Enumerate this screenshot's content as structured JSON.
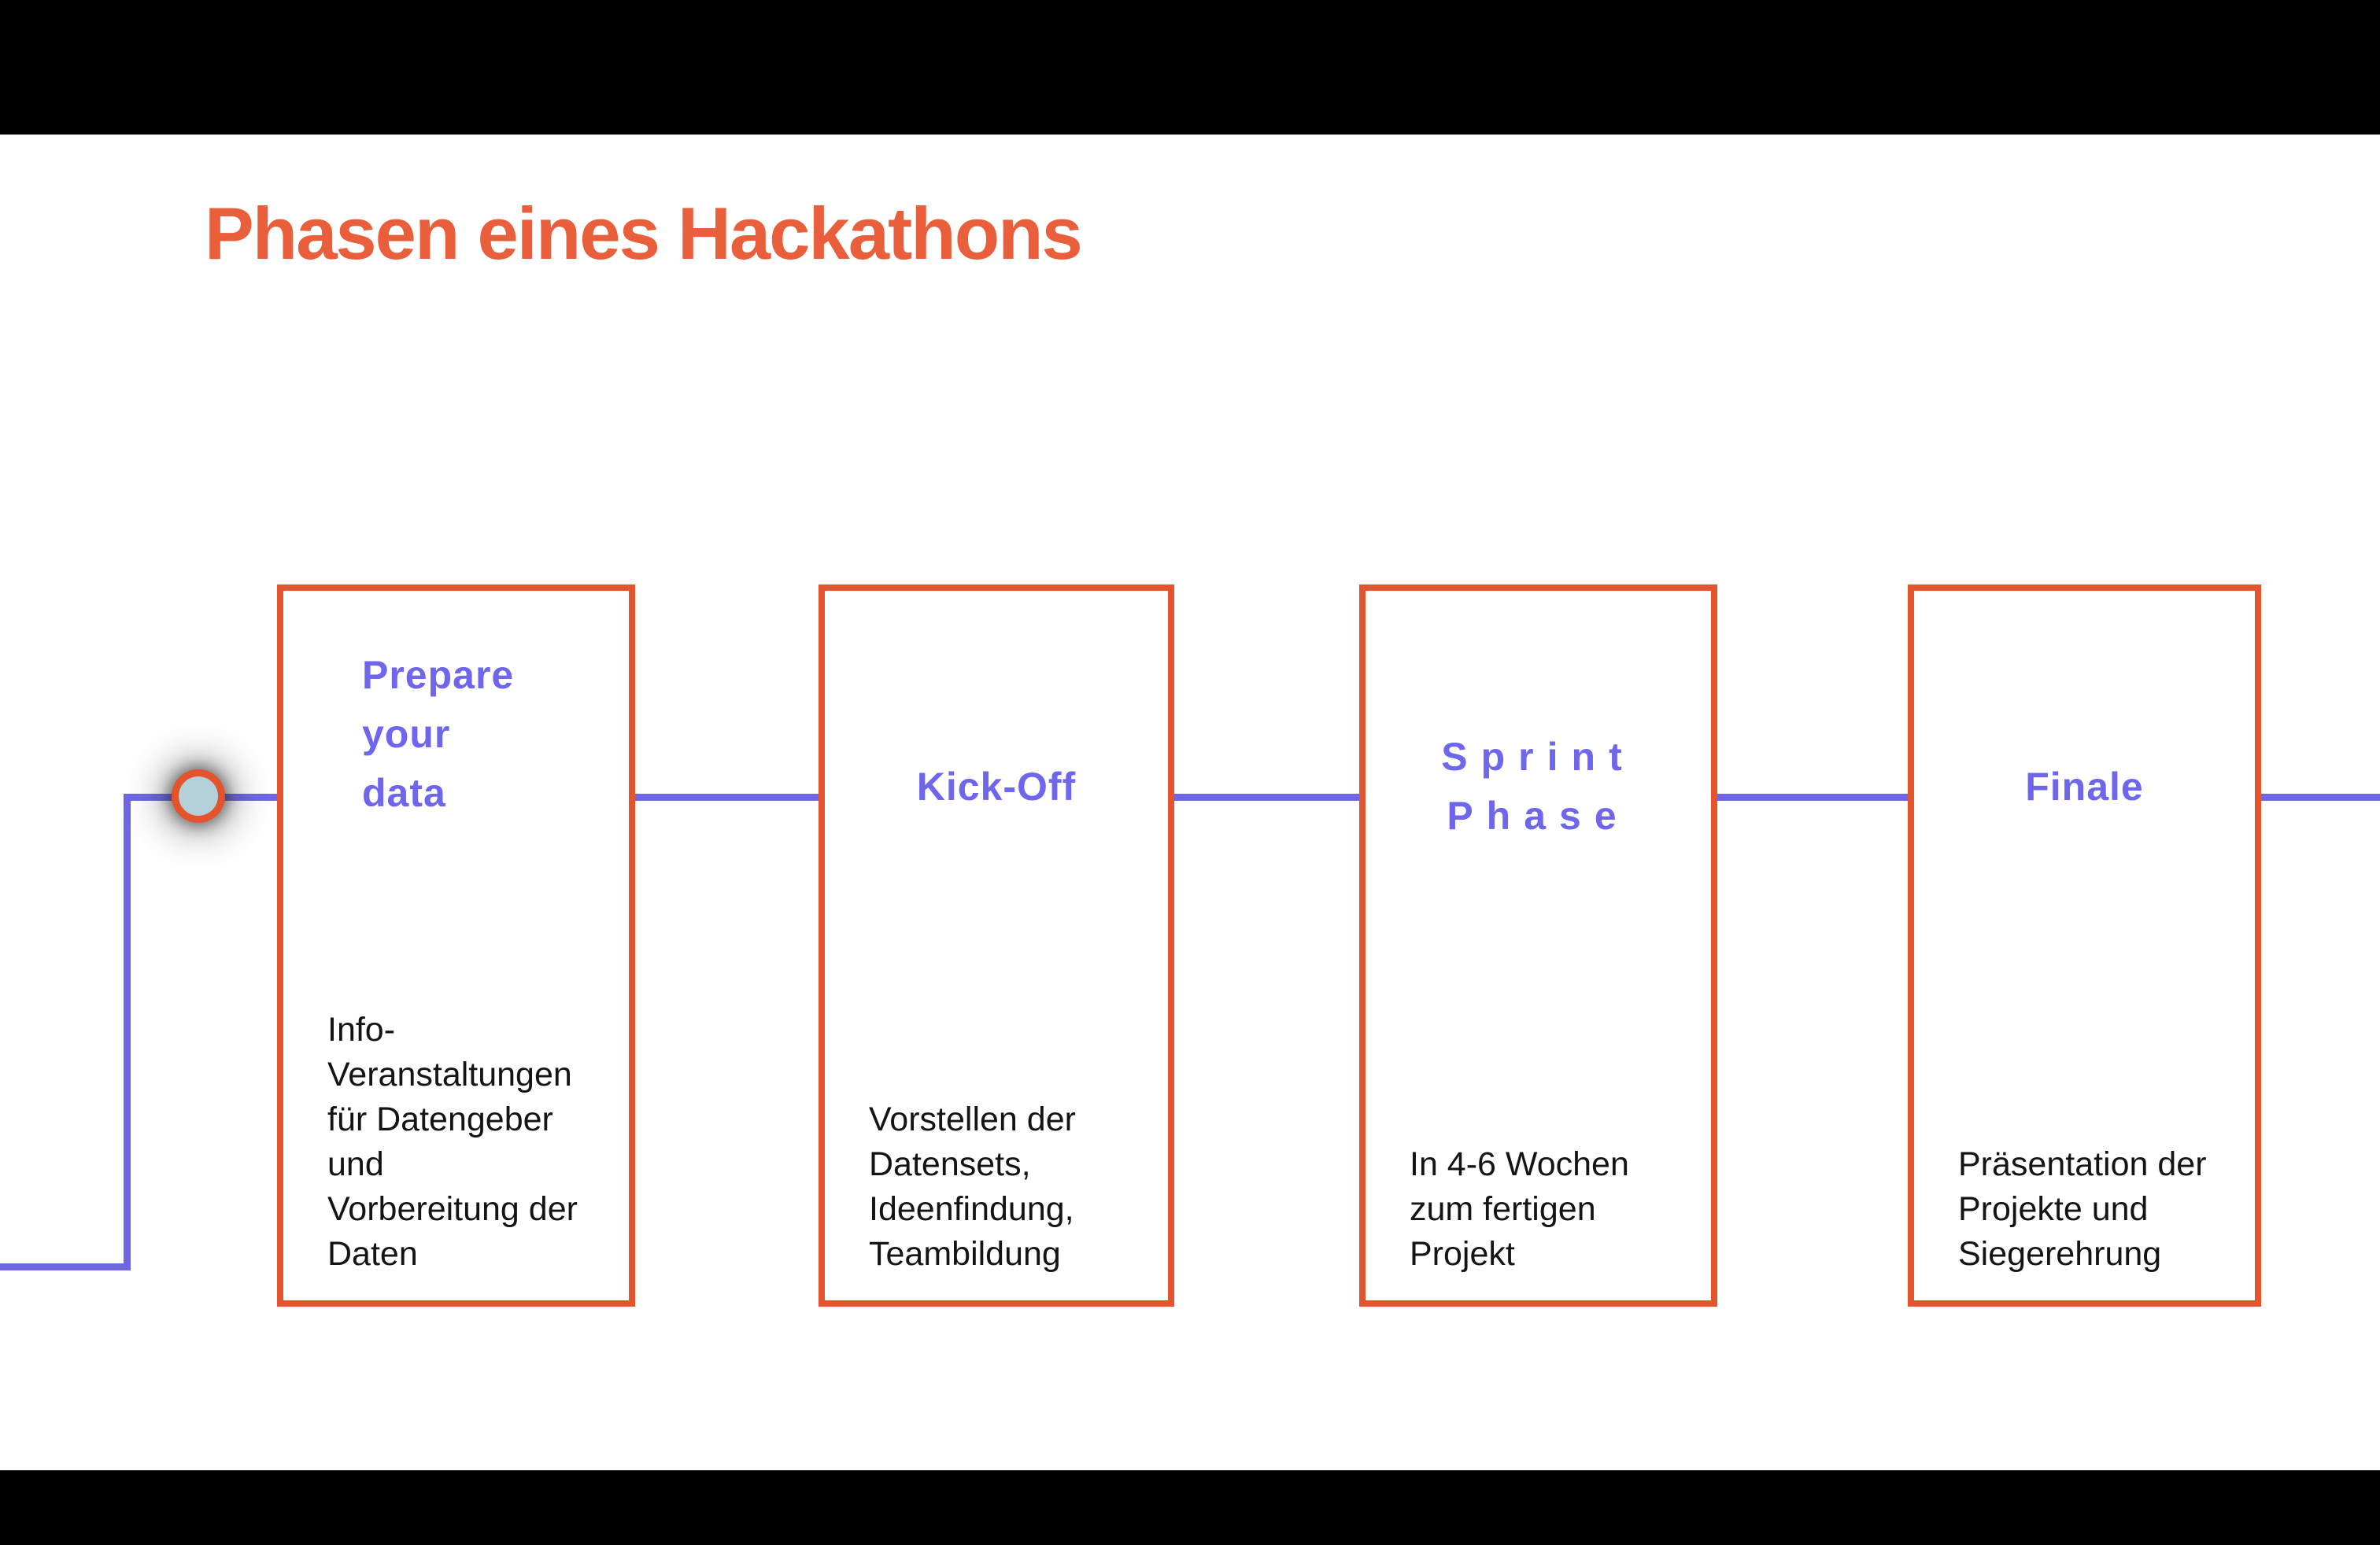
{
  "slide": {
    "title": "Phasen eines Hackathons",
    "phases": [
      {
        "title": "Prepare\nyour\ndata",
        "description": "Info-\nVeranstaltungen\nfür Datengeber\nund\nVorbereitung der\nDaten"
      },
      {
        "title": "Kick-Off",
        "description": "Vorstellen der\nDatensets,\nIdeenfindung,\nTeambildung"
      },
      {
        "title": "Sprint\nPhase",
        "description": "In 4-6 Wochen\nzum fertigen\nProjekt"
      },
      {
        "title": "Finale",
        "description": "Präsentation der\nProjekte und\nSiegerehrung"
      }
    ],
    "colors": {
      "title_orange": "#E95F3C",
      "card_border_orange": "#E4552E",
      "connector_purple": "#6F66E6",
      "heading_purple": "#6E66EC",
      "node_fill_blue": "#B3D0DB",
      "node_ring_orange": "#E4532B",
      "body_text": "#141414",
      "letterbox_black": "#000000",
      "slide_white": "#FFFFFF"
    }
  }
}
